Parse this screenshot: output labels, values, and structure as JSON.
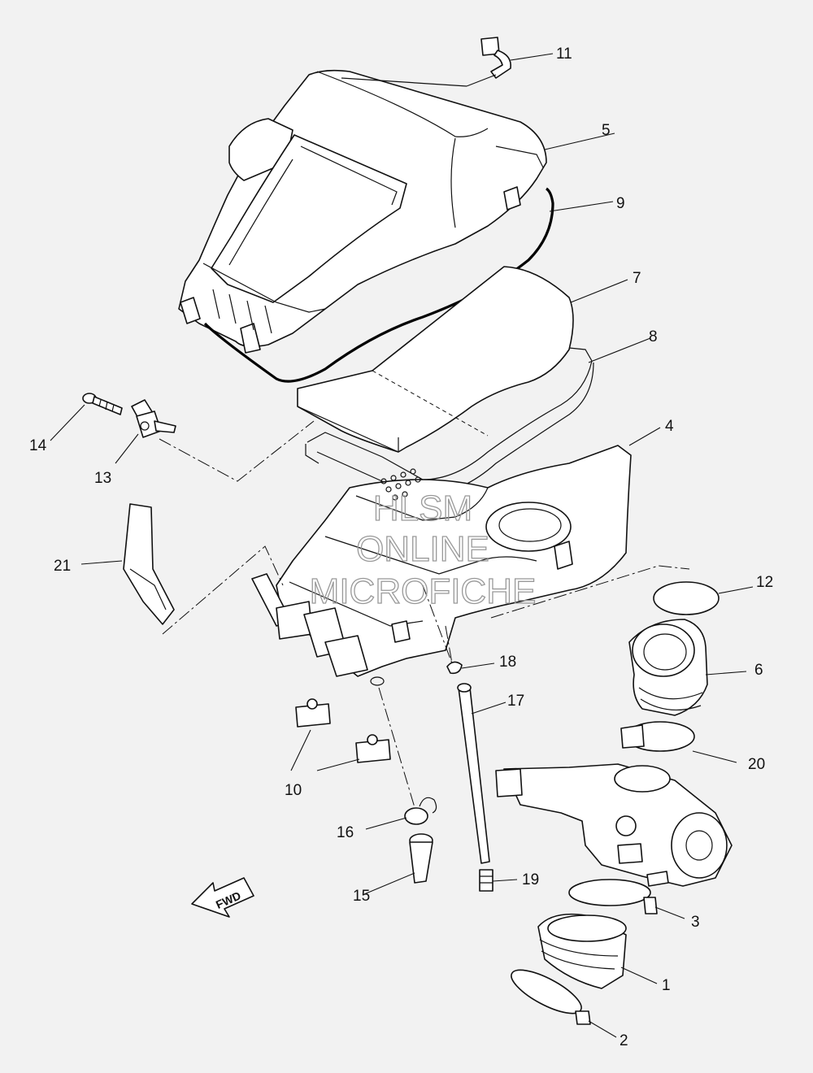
{
  "watermark": {
    "line1": "HLSM",
    "line2": "ONLINE",
    "line3": "MICROFICHE"
  },
  "fwd_label": "FWD",
  "callouts": {
    "p1": "1",
    "p2": "2",
    "p3": "3",
    "p4": "4",
    "p5": "5",
    "p6": "6",
    "p7": "7",
    "p8": "8",
    "p9": "9",
    "p10": "10",
    "p11": "11",
    "p12": "12",
    "p13": "13",
    "p14": "14",
    "p15": "15",
    "p16": "16",
    "p17": "17",
    "p18": "18",
    "p19": "19",
    "p20": "20",
    "p21": "21"
  },
  "colors": {
    "background": "#f2f2f2",
    "line": "#111111",
    "watermark": "#999999"
  }
}
